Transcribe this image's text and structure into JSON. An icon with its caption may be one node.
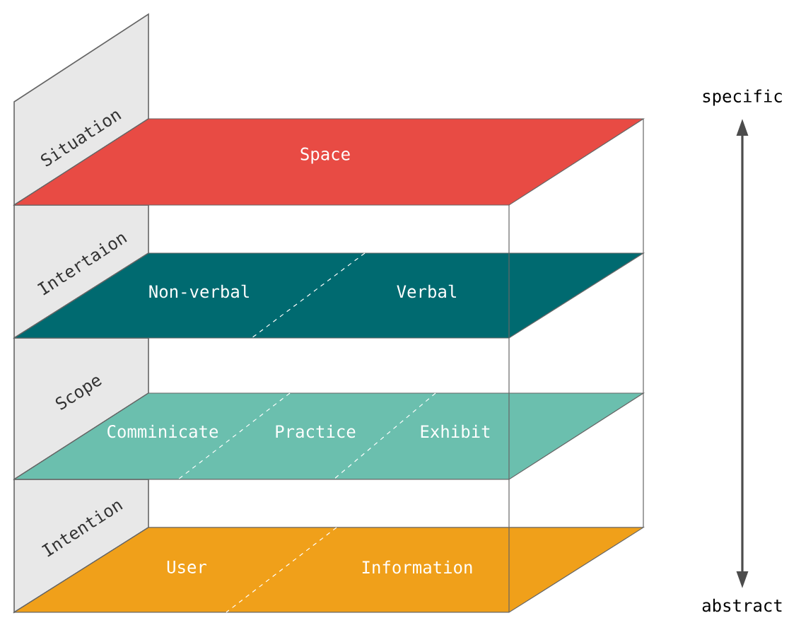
{
  "diagram": {
    "nodes": [
      {
        "text": [
          "Situation"
        ]
      },
      {
        "text": [
          "Intertaion"
        ]
      },
      {
        "text": [
          "Scope"
        ]
      },
      {
        "text": [
          "Intention"
        ]
      },
      {
        "text": [
          "Space"
        ]
      },
      {
        "text": [
          "Non-verbal",
          "Verbal"
        ]
      },
      {
        "text": [
          "Comminicate",
          "Practice",
          "Exhibit"
        ]
      },
      {
        "text": [
          "User",
          "Information"
        ]
      }
    ],
    "labels": [
      "specific",
      "abstract"
    ]
  }
}
